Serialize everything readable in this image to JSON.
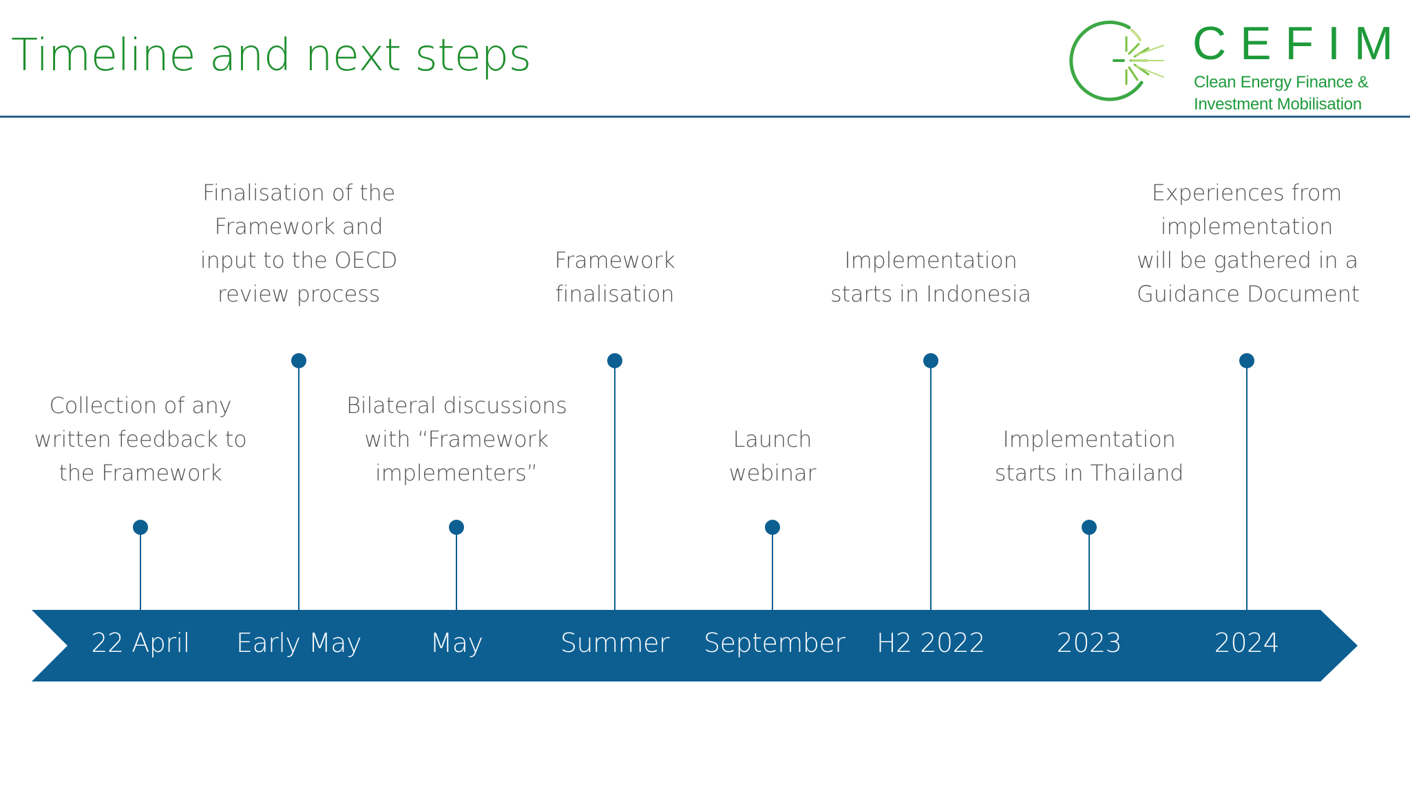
{
  "slide": {
    "title": "Timeline and next steps"
  },
  "logo": {
    "word": "CEFIM",
    "line1": "Clean Energy Finance &",
    "line2": "Investment Mobilisation",
    "color": "#1e9a3b",
    "icon": "sunburst-circle-icon"
  },
  "colors": {
    "title": "#1f8f2e",
    "divider": "#2a5f86",
    "timeline": "#0d5f92",
    "text": "#555555"
  },
  "timeline": {
    "events": [
      {
        "date": "22 April",
        "level": "low",
        "lines": [
          "Collection of any",
          "written feedback to",
          "the Framework"
        ]
      },
      {
        "date": "Early May",
        "level": "high",
        "lines": [
          "Finalisation of the",
          "Framework and",
          "input to the OECD",
          "review process"
        ]
      },
      {
        "date": "May",
        "level": "low",
        "lines": [
          "Bilateral discussions",
          "with “Framework",
          "implementers”"
        ]
      },
      {
        "date": "Summer",
        "level": "high",
        "lines": [
          "Framework",
          "finalisation"
        ]
      },
      {
        "date": "September",
        "level": "low",
        "lines": [
          "Launch",
          "webinar"
        ]
      },
      {
        "date": "H2 2022",
        "level": "high",
        "lines": [
          "Implementation",
          "starts in Indonesia"
        ]
      },
      {
        "date": "2023",
        "level": "low",
        "lines": [
          "Implementation",
          "starts in Thailand"
        ]
      },
      {
        "date": "2024",
        "level": "high",
        "lines": [
          "Experiences from",
          "implementation",
          "will be gathered in a",
          "Guidance Document"
        ]
      }
    ]
  }
}
